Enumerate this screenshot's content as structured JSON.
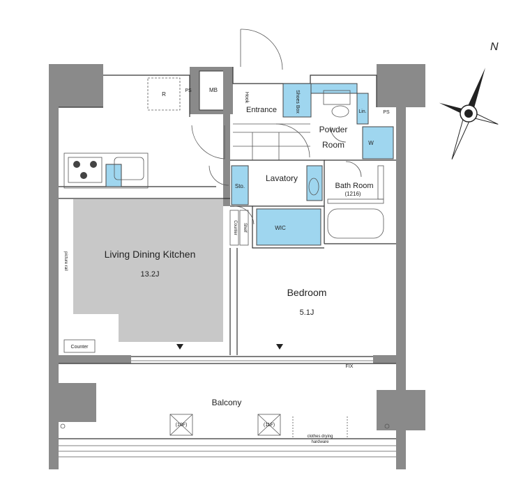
{
  "rooms": {
    "ldk_name": "Living Dining Kitchen",
    "ldk_size": "13.2J",
    "bedroom_name": "Bedroom",
    "bedroom_size": "5.1J",
    "entrance": "Entrance",
    "powder_line1": "Powder",
    "powder_line2": "Room",
    "lavatory": "Lavatory",
    "bath_name": "Bath Room",
    "bath_size": "(1216)",
    "balcony": "Balcony",
    "wic": "WIC",
    "sto": "Sto."
  },
  "fixtures": {
    "r": "R",
    "ps_left": "PS",
    "mb": "MB",
    "ps_right": "PS",
    "hook": "Hook",
    "shoes_box": "Shoes Box",
    "lin": "Lin.",
    "w": "W",
    "counter_hall": "Counter",
    "shelf": "Shelf",
    "picture_rail": "picture rail",
    "counter_ldk": "Counter",
    "fix": "FIX",
    "hatch_10f": "(10F)",
    "hatch_11f": "(11F)",
    "clothes_line1": "clothes drying",
    "clothes_line2": "hardware"
  },
  "compass": {
    "label": "N"
  },
  "colors": {
    "storage": "#9fd6ef",
    "wall": "#8a8a8a",
    "floor_gray": "#c8c8c8"
  }
}
